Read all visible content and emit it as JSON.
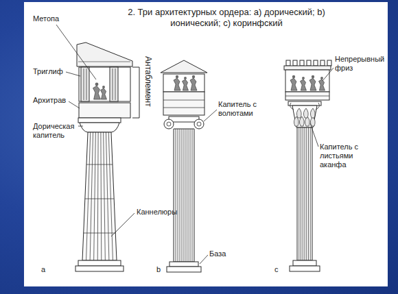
{
  "diagram": {
    "title": "2. Три архитектурных ордера: а) дорический; b) ионический; c) коринфский",
    "labels": [
      "Метопа",
      "Триглиф",
      "Архитрав",
      "Антаблемент",
      "Дорическая капитель",
      "Каннелюры",
      "a",
      "Капитель с волютами",
      "b",
      "База",
      "Непрерывный фриз",
      "Капитель с листьями аканфа",
      "c"
    ]
  }
}
